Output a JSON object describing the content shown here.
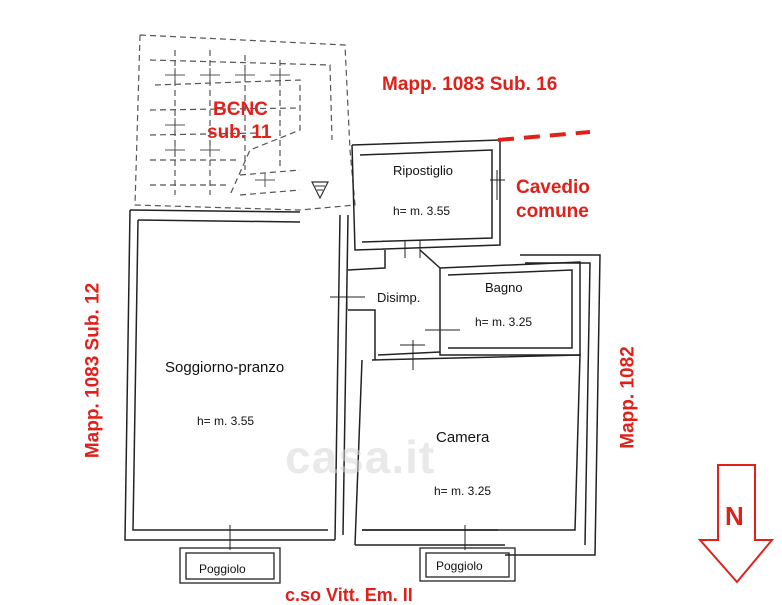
{
  "rooms": {
    "bcnc": {
      "line1": "BCNC",
      "line2": "sub. 11"
    },
    "ripostiglio": {
      "name": "Ripostiglio",
      "height": "h= m. 3.55"
    },
    "disimp": {
      "name": "Disimp."
    },
    "bagno": {
      "name": "Bagno",
      "height": "h= m. 3.25"
    },
    "soggiorno": {
      "name": "Soggiorno-pranzo",
      "height": "h= m. 3.55"
    },
    "camera": {
      "name": "Camera",
      "height": "h= m. 3.25"
    }
  },
  "balconies": {
    "left": "Poggiolo",
    "right": "Poggiolo"
  },
  "neighbors": {
    "top": "Mapp. 1083 Sub. 16",
    "cavedio_line1": "Cavedio",
    "cavedio_line2": "comune",
    "left": "Mapp. 1083 Sub. 12",
    "right": "Mapp. 1082",
    "street": "c.so Vitt. Em. II"
  },
  "watermark": "casa.it",
  "north": {
    "letter": "N"
  },
  "colors": {
    "annotation": "#e0211b",
    "wall": "#222222",
    "dashed": "#555555"
  }
}
